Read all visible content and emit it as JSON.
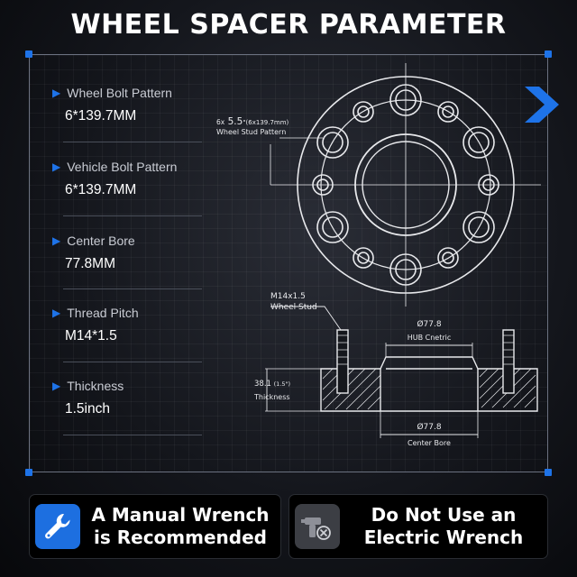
{
  "title": "WHEEL SPACER PARAMETER",
  "parameters": [
    {
      "label": "Wheel Bolt Pattern",
      "value": "6*139.7MM"
    },
    {
      "label": "Vehicle Bolt Pattern",
      "value": "6*139.7MM"
    },
    {
      "label": "Center Bore",
      "value": "77.8MM"
    },
    {
      "label": "Thread Pitch",
      "value": "M14*1.5"
    },
    {
      "label": "Thickness",
      "value": "1.5inch"
    }
  ],
  "diagram": {
    "stud_pattern_prefix": "6x",
    "stud_pattern_main": "5.5",
    "stud_pattern_detail": "\"(6x139.7mm)",
    "stud_pattern_caption": "Wheel Stud  Pattern",
    "stud_spec": "M14x1.5",
    "stud_caption": "Wheel Stud",
    "hub_diameter": "Ø77.8",
    "hub_caption": "HUB Cnetric",
    "thickness_value": "38.1",
    "thickness_inch": "(1.5\")",
    "thickness_caption": "Thickness",
    "bore_diameter": "Ø77.8",
    "bore_caption": "Center Bore"
  },
  "buttons": {
    "left_line1": "A Manual Wrench",
    "left_line2": "is Recommended",
    "right_line1": "Do Not Use an",
    "right_line2": "Electric Wrench"
  },
  "colors": {
    "accent": "#1e73e8",
    "background": "#0b0d12"
  }
}
